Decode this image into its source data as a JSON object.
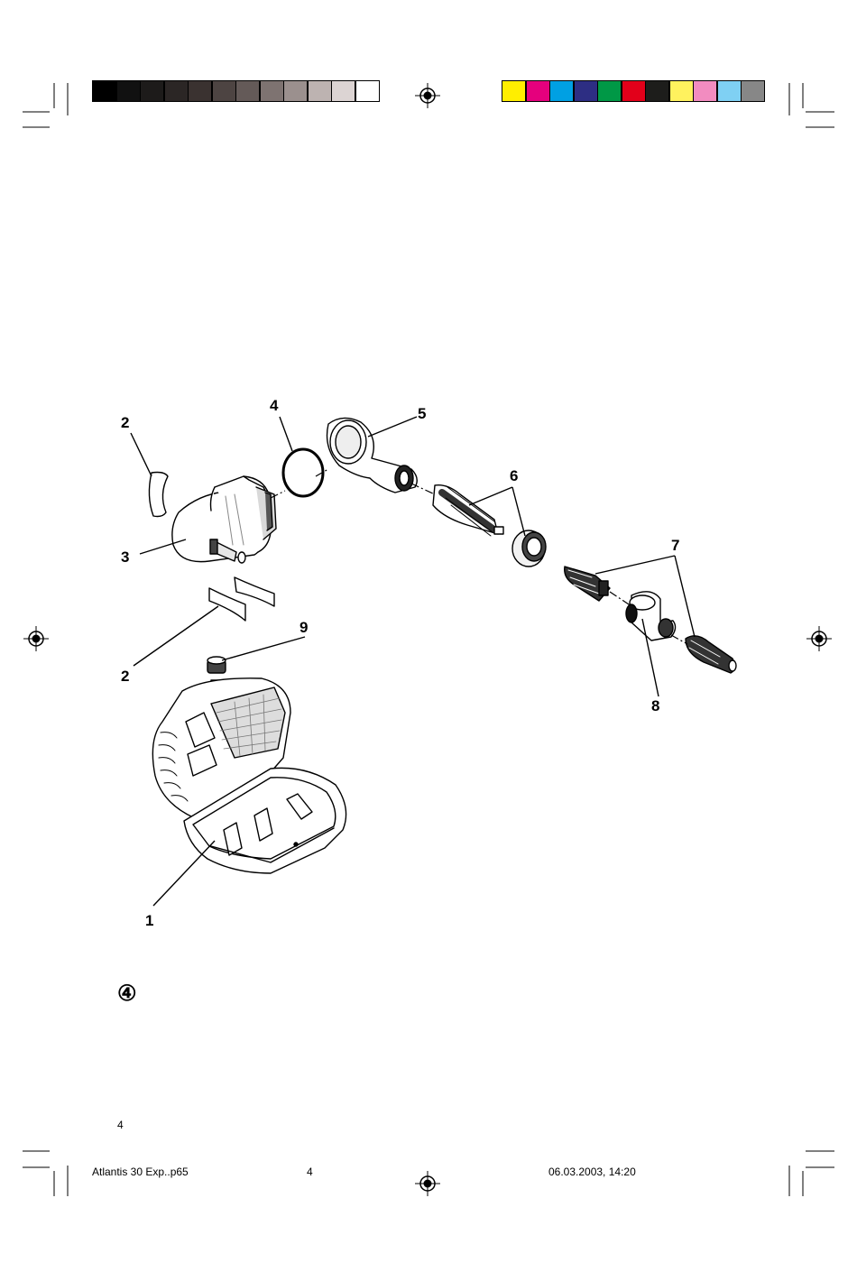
{
  "print_marks": {
    "grayscale_swatches": [
      "#000000",
      "#111111",
      "#1d1b1a",
      "#2b2625",
      "#3a3230",
      "#4d4442",
      "#645a58",
      "#7e7371",
      "#9b908e",
      "#bdb3b1",
      "#dcd4d3",
      "#ffffff"
    ],
    "color_swatches": [
      "#ffee00",
      "#e5007d",
      "#00a0e3",
      "#2d2e83",
      "#009846",
      "#e2001a",
      "#1d1d1b",
      "#fff25e",
      "#f28cc0",
      "#7fd0f3",
      "#878787"
    ]
  },
  "diagram": {
    "callouts": [
      {
        "id": "1",
        "text": "1"
      },
      {
        "id": "2a",
        "text": "2"
      },
      {
        "id": "2b",
        "text": "2"
      },
      {
        "id": "3",
        "text": "3"
      },
      {
        "id": "4",
        "text": "4"
      },
      {
        "id": "5",
        "text": "5"
      },
      {
        "id": "6",
        "text": "6"
      },
      {
        "id": "7",
        "text": "7"
      },
      {
        "id": "8",
        "text": "8"
      },
      {
        "id": "9",
        "text": "9"
      }
    ],
    "figure_number": "④"
  },
  "page": {
    "page_number": "4",
    "footer_file": "Atlantis 30 Exp..p65",
    "footer_page": "4",
    "footer_date": "06.03.2003, 14:20"
  }
}
